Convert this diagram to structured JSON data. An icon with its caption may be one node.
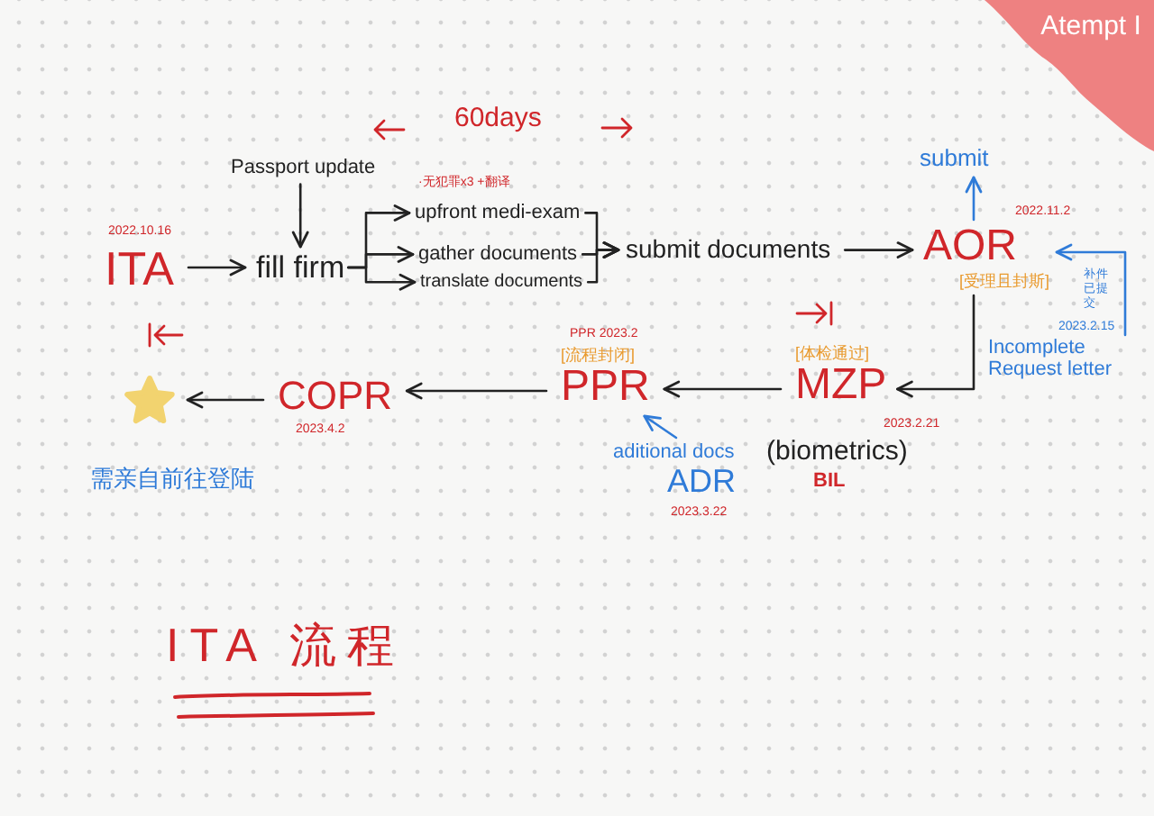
{
  "diagram": {
    "title": "ITA 流程",
    "nodes": [
      {
        "text": [
          "Passport update"
        ]
      },
      {
        "text": [
          "ITA"
        ],
        "beside": [
          "2022.10.16"
        ]
      },
      {
        "text": [
          "fill firm"
        ]
      },
      {
        "text": [
          "upfront medi-exam"
        ]
      },
      {
        "text": [
          "gather documents"
        ]
      },
      {
        "text": [
          "translate documents"
        ]
      },
      {
        "text": [
          "submit documents"
        ]
      },
      {
        "text": [
          "submit"
        ]
      },
      {
        "text": [
          "AOR",
          "[受理且封斯]"
        ],
        "beside": [
          "2022.11.2"
        ]
      },
      {
        "text": [],
        "shape": "star",
        "beside": [
          "需亲自前往登陆"
        ]
      },
      {
        "text": [
          "COPR"
        ],
        "beside": [
          "2023.4.2"
        ]
      },
      {
        "text": [
          "[流程封闭]",
          "PPR"
        ],
        "beside": [
          "PPR 2023.2"
        ]
      },
      {
        "text": [
          "aditional docs",
          "ADR"
        ],
        "beside": [
          "2023.3.22"
        ]
      },
      {
        "text": [
          "[体检通过]",
          "MZP"
        ],
        "beside": [
          "2023.2.21",
          "(biometrics)",
          "BIL"
        ]
      },
      {
        "text": [
          "Incomplete Request letter"
        ],
        "beside": [
          "2023.2.15"
        ]
      }
    ],
    "edges": [
      {
        "from": 0,
        "to": 2,
        "arrow": "to"
      },
      {
        "from": 1,
        "to": 2,
        "arrow": "to"
      },
      {
        "from": 2,
        "to": 3,
        "arrow": "to"
      },
      {
        "from": 2,
        "to": 4,
        "arrow": "to"
      },
      {
        "from": 2,
        "to": 5,
        "arrow": "to"
      },
      {
        "from": 3,
        "to": 6,
        "arrow": "to"
      },
      {
        "from": 4,
        "to": 6,
        "arrow": "to"
      },
      {
        "from": 5,
        "to": 6,
        "arrow": "to"
      },
      {
        "from": 6,
        "to": 8,
        "arrow": "to"
      },
      {
        "from": 8,
        "to": 7,
        "arrow": "to",
        "color": "#2f7bd8"
      },
      {
        "from": 14,
        "to": 8,
        "arrow": "to",
        "color": "#2f7bd8",
        "label": "补件已提交"
      },
      {
        "from": 8,
        "to": 13,
        "arrow": "to"
      },
      {
        "from": 13,
        "to": 11,
        "arrow": "to"
      },
      {
        "from": 12,
        "to": 11,
        "arrow": "to",
        "color": "#2f7bd8"
      },
      {
        "from": 11,
        "to": 10,
        "arrow": "to"
      },
      {
        "from": 10,
        "to": 9,
        "arrow": "to"
      }
    ],
    "labels": [
      "Atempt I",
      "60days",
      "·无犯罪x3 +翻译"
    ]
  }
}
